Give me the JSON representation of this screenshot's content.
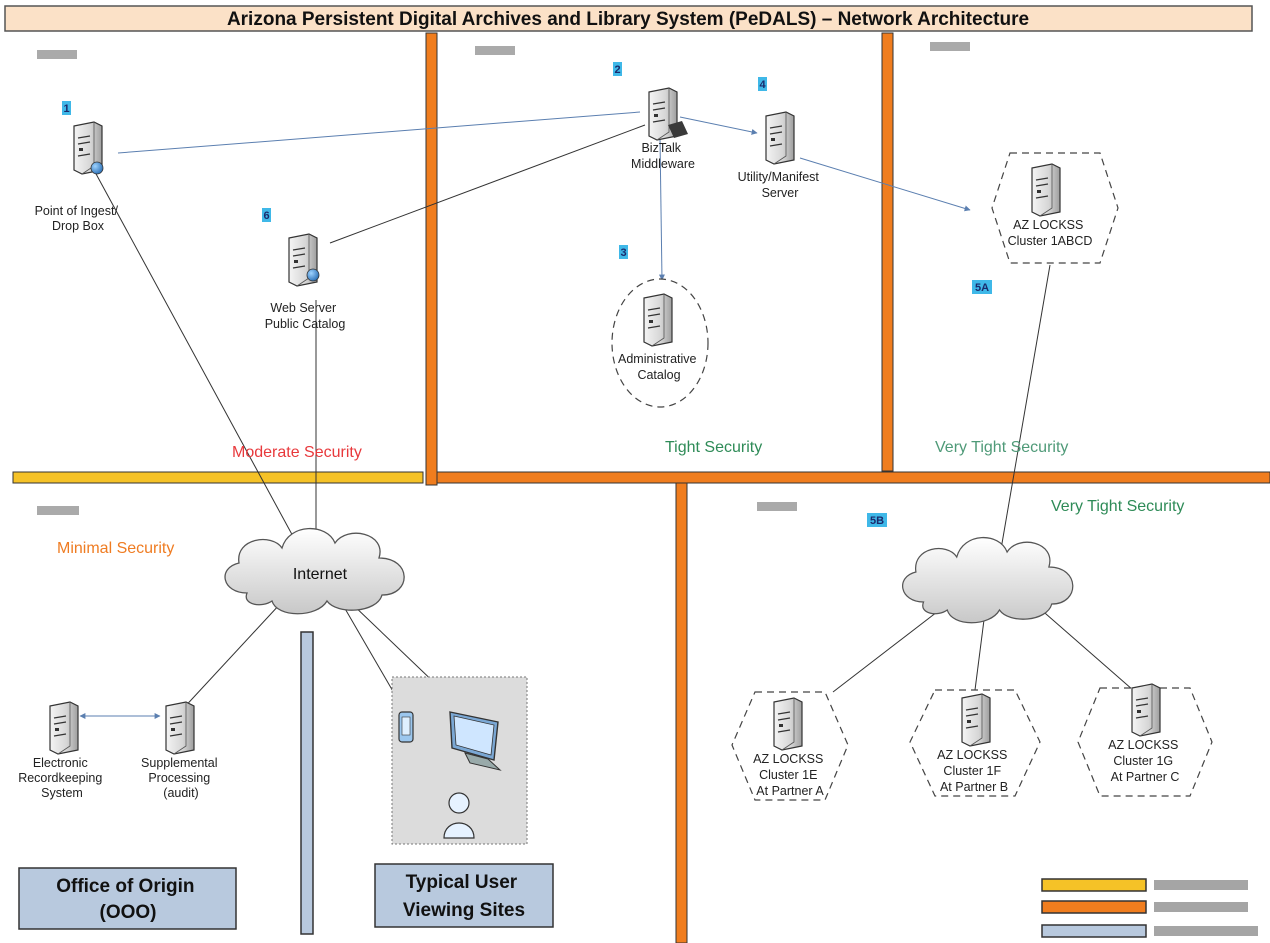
{
  "title": "Arizona Persistent Digital Archives and Library System (PeDALS) – Network Architecture",
  "colors": {
    "orange": "#f07d1e",
    "yellow": "#f5c227",
    "blue_gray": "#b8c9de",
    "moderate_red": "#e8393c",
    "green": "#2e8b57",
    "minimal_orange": "#ef7c22",
    "marker_cyan": "#3fb8e8"
  },
  "markers": {
    "m1": "1",
    "m2": "2",
    "m3": "3",
    "m4": "4",
    "m5a": "5A",
    "m5b": "5B",
    "m6": "6"
  },
  "nodes": {
    "ingest": [
      "Point of Ingest/",
      "Drop Box"
    ],
    "biztalk": [
      "BizTalk",
      "Middleware"
    ],
    "utility": [
      "Utility/Manifest",
      "Server"
    ],
    "lockss_main": [
      "AZ LOCKSS",
      "Cluster 1ABCD"
    ],
    "webserver": [
      "Web Server",
      "Public Catalog"
    ],
    "admin": [
      "Administrative",
      "Catalog"
    ],
    "erk": [
      "Electronic",
      "Recordkeeping",
      "System"
    ],
    "supp": [
      "Supplemental",
      "Processing",
      "(audit)"
    ],
    "lockss_e": [
      "AZ LOCKSS",
      "Cluster 1E",
      "At Partner A"
    ],
    "lockss_f": [
      "AZ LOCKSS",
      "Cluster 1F",
      "At Partner B"
    ],
    "lockss_g": [
      "AZ LOCKSS",
      "Cluster 1G",
      "At Partner C"
    ]
  },
  "internet_label": "Internet",
  "security": {
    "moderate": "Moderate Security",
    "tight": "Tight Security",
    "very_tight_top": "Very Tight Security",
    "very_tight_bottom": "Very Tight Security",
    "minimal": "Minimal Security"
  },
  "boxes": {
    "ooo": [
      "Office of Origin",
      "(OOO)"
    ],
    "typical": [
      "Typical User",
      "Viewing Sites"
    ]
  },
  "icons": [
    "server-icon",
    "globe-icon",
    "cloud-icon",
    "monitor-icon",
    "tablet-icon",
    "user-icon"
  ]
}
